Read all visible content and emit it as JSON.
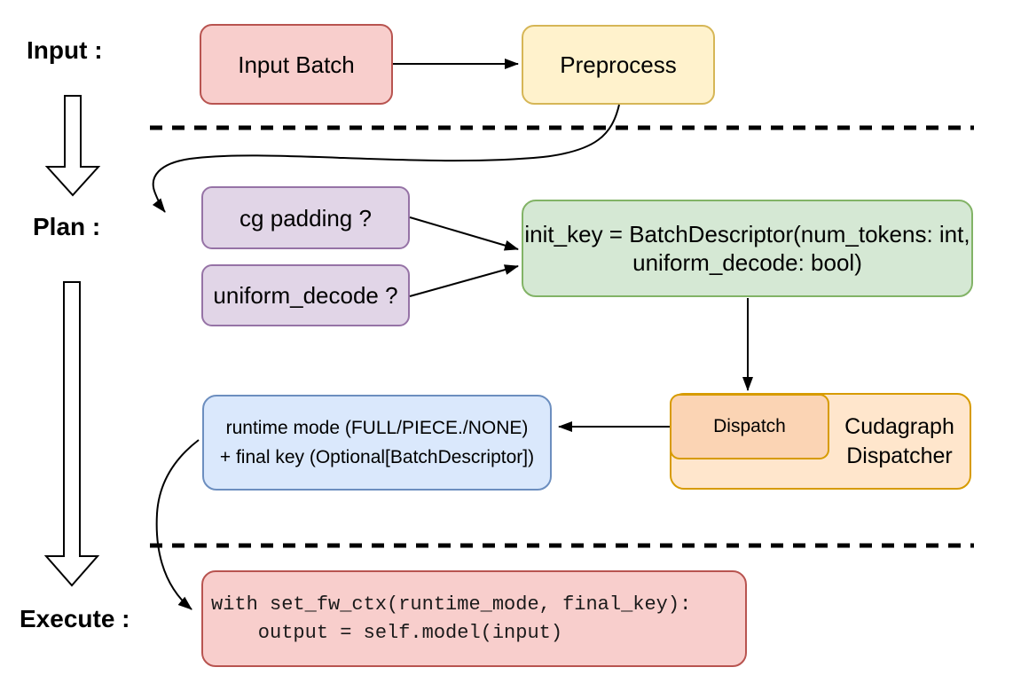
{
  "stage_labels": {
    "input": "Input :",
    "plan": "Plan :",
    "execute": "Execute :"
  },
  "nodes": {
    "input_batch": {
      "label": "Input Batch",
      "fill": "#f8cecc",
      "stroke": "#b85450"
    },
    "preprocess": {
      "label": "Preprocess",
      "fill": "#fff2cc",
      "stroke": "#d6b656"
    },
    "cg_padding": {
      "label": "cg padding ?",
      "fill": "#e1d5e7",
      "stroke": "#9673a6"
    },
    "uniform_decode": {
      "label": "uniform_decode ?",
      "fill": "#e1d5e7",
      "stroke": "#9673a6"
    },
    "init_key": {
      "label": "init_key = BatchDescriptor(num_tokens: int,\nuniform_decode: bool)",
      "fill": "#d5e8d4",
      "stroke": "#82b366"
    },
    "dispatch": {
      "label": "Dispatch",
      "fill": "#fbd4b4",
      "stroke": "#d79b00"
    },
    "cudagraph_dispatcher": {
      "label": "Cudagraph\nDispatcher",
      "fill": "#ffe6cc",
      "stroke": "#d79b00"
    },
    "runtime_mode_final_key": {
      "label": "runtime mode (FULL/PIECE./NONE)\n+ final key (Optional[BatchDescriptor])",
      "fill": "#dae8fc",
      "stroke": "#6c8ebf"
    },
    "execute_code": {
      "label": "with set_fw_ctx(runtime_mode, final_key):\n    output = self.model(input)",
      "fill": "#f8cecc",
      "stroke": "#b85450"
    }
  },
  "colors": {
    "connector": "#000000",
    "dashed_separator": "#000000",
    "background": "#ffffff"
  }
}
